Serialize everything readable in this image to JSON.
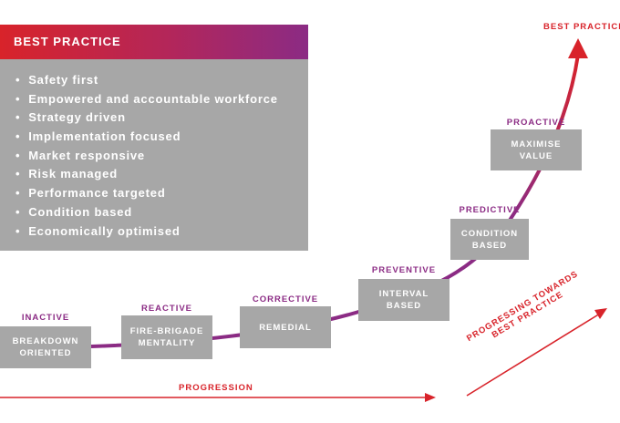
{
  "colors": {
    "red": "#d8232a",
    "purple": "#8b2b84",
    "grey_box": "#a7a7a7",
    "text_white": "#ffffff"
  },
  "panel": {
    "title": "BEST PRACTICE",
    "items": [
      "Safety first",
      "Empowered and accountable workforce",
      "Strategy driven",
      "Implementation focused",
      "Market responsive",
      "Risk managed",
      "Performance targeted",
      "Condition based",
      "Economically optimised"
    ]
  },
  "stages": [
    {
      "label": "INACTIVE",
      "box": "BREAKDOWN\nORIENTED"
    },
    {
      "label": "REACTIVE",
      "box": "FIRE-BRIGADE\nMENTALITY"
    },
    {
      "label": "CORRECTIVE",
      "box": "REMEDIAL"
    },
    {
      "label": "PREVENTIVE",
      "box": "INTERVAL\nBASED"
    },
    {
      "label": "PREDICTIVE",
      "box": "CONDITION\nBASED"
    },
    {
      "label": "PROACTIVE",
      "box": "MAXIMISE\nVALUE"
    }
  ],
  "curve_top_label": "BEST PRACTICE",
  "progression_label": "PROGRESSION",
  "diagonal_label_line1": "PROGRESSING TOWARDS",
  "diagonal_label_line2": "BEST PRACTICE"
}
